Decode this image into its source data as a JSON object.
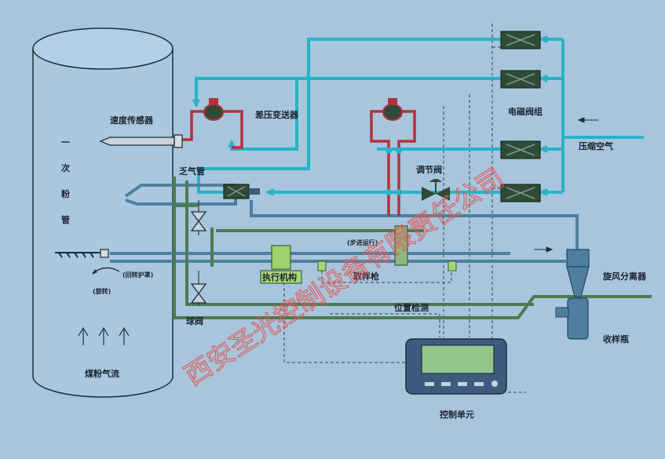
{
  "labels": {
    "pipe": "一次粉管",
    "speed_sensor": "速度传感器",
    "dp_transmitter": "差压变送器",
    "solenoid_group": "电磁阀组",
    "compressed_air": "压缩空气",
    "control_valve": "调节阀",
    "air_pipe": "乏气管",
    "sampling_gun": "取样枪",
    "actuator": "执行机构",
    "stepping": "(步进运行)",
    "rotation_guard": "(回转护罩)",
    "rotation": "(旋转)",
    "cyclone": "旋风分离器",
    "position_detect": "位置检测",
    "ball_valve": "球阀",
    "collection_bottle": "收样瓶",
    "coal_flow": "煤粉气流",
    "control_unit": "控制单元"
  },
  "watermark": "西安圣光控制设备有限责任公司",
  "colors": {
    "background": "#a7c6dd",
    "air_line": "#27b3c8",
    "pipe_line": "#4f7f9f",
    "green_line": "#4d7a52",
    "red_line": "#b5303c",
    "valve_fill": "#2f4a36",
    "watermark": "#e05a5a"
  }
}
